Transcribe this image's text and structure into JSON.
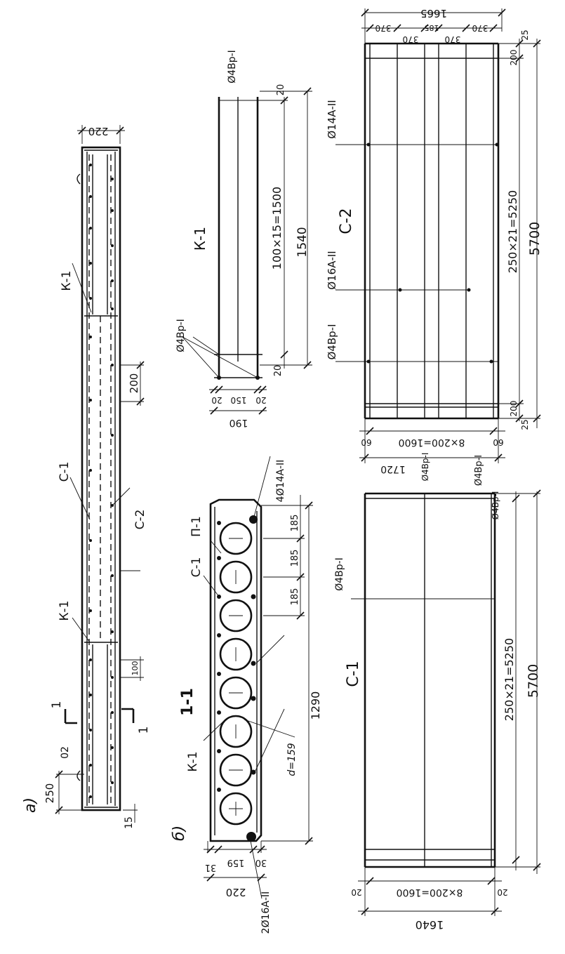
{
  "a": {
    "label": "а)",
    "dims": {
      "top": "220",
      "d250": "250",
      "d15": "15",
      "d200": "200",
      "d100": "100",
      "d20": "02"
    },
    "marks": {
      "k1_top": "К-1",
      "c1": "С-1",
      "c2": "С-2",
      "k1_bottom": "К-1",
      "cut": "1"
    }
  },
  "b": {
    "label": "б)",
    "title": "1-1",
    "labels": {
      "k1": "К-1",
      "c1": "С-1",
      "p1": "П-1",
      "diameter": "d=159",
      "rebar_top": "4Ø14А-II",
      "rebar_bottom": "2Ø16А-II"
    },
    "dims": {
      "d31": "31",
      "d159": "159",
      "d30": "30",
      "d220": "220",
      "d1290": "1290",
      "d185a": "185",
      "d185b": "185",
      "d185c": "185"
    }
  },
  "k1": {
    "title": "К-1",
    "labels": {
      "bar_top": "Ø4Вр-I",
      "bar_bottom": "Ø4Вр-I"
    },
    "dims": {
      "d20top": "20",
      "formula": "100×15=1500",
      "total": "1540",
      "d20bot": "20",
      "d20": "20",
      "d150": "150",
      "d20b": "20",
      "d190": "190"
    }
  },
  "c2": {
    "title": "С-2",
    "labels": {
      "bar_a": "Ø14А-II",
      "bar_b": "Ø16А-II",
      "bar_c": "Ø4Вр-I",
      "bar_d": "Ø4Вр-I"
    },
    "dims": {
      "d1665": "1665",
      "d370a": "370",
      "d370b": "370",
      "d185": "185",
      "d370c": "370",
      "d370d": "370",
      "d25a": "25",
      "d200a": "200",
      "formula": "250×21=5250",
      "total": "5700",
      "d200b": "200",
      "d25b": "25",
      "d60a": "60",
      "d1600": "8×200=1600",
      "d60b": "60",
      "d1720": "1720"
    }
  },
  "c1": {
    "title": "С-1",
    "labels": {
      "bar_a": "Ø4Вр-I",
      "bar_b": "Ø4Вр-I",
      "bar_c": "Ø4Вр-I"
    },
    "dims": {
      "formula": "250×21=5250",
      "total": "5700",
      "d20a": "20",
      "d1600": "8×200=1600",
      "d20b": "20",
      "d1640": "1640"
    }
  }
}
